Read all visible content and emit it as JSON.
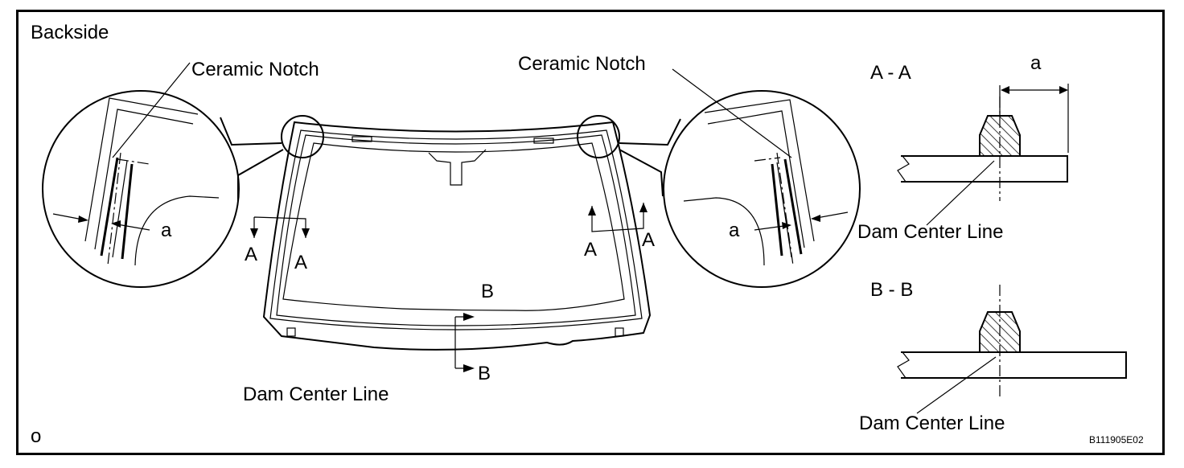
{
  "labels": {
    "backside": "Backside",
    "ceramic_notch_left": "Ceramic Notch",
    "ceramic_notch_right": "Ceramic Notch",
    "dim_a_left": "a",
    "dim_a_right": "a",
    "dim_a_section": "a",
    "section_a_title": "A - A",
    "section_b_title": "B - B",
    "dam_center_line_main": "Dam Center Line",
    "dam_center_line_a": "Dam Center Line",
    "dam_center_line_b": "Dam Center Line",
    "marker_a_left_1": "A",
    "marker_a_left_2": "A",
    "marker_a_right_1": "A",
    "marker_a_right_2": "A",
    "marker_b_top": "B",
    "marker_b_bottom": "B",
    "corner_mark": "o",
    "figure_code": "B111905E02"
  }
}
